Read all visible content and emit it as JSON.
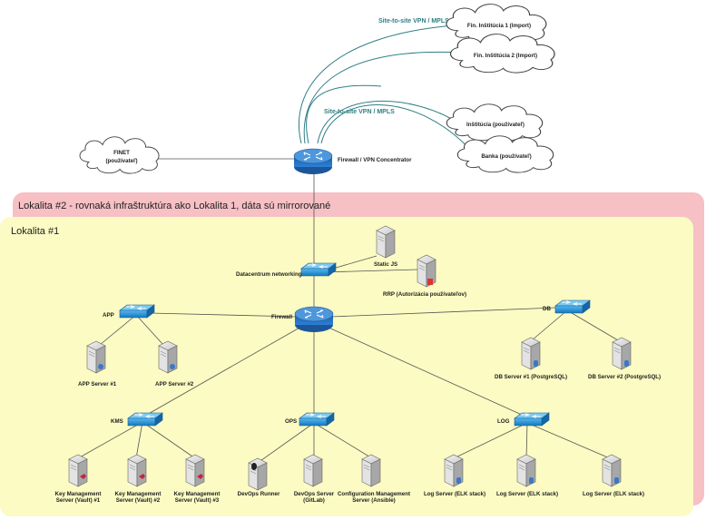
{
  "zones": {
    "lokalita2": "Lokalita #2 - rovnaká infraštruktúra ako Lokalita 1, dáta sú mirrorované",
    "lokalita1": "Lokalita #1"
  },
  "link_labels": {
    "vpn_top": "Site-to-site VPN / MPLS",
    "vpn_mid": "Site-to-site VPN / MPLS"
  },
  "clouds": {
    "fin1": "Fin. Inštitúcia 1 (Import)",
    "fin2": "Fin. Inštitúcia 2 (Import)",
    "instit": "Inštitúcia (používateľ)",
    "banka": "Banka (používateľ)",
    "finet_1": "FINET",
    "finet_2": "(používateľ)"
  },
  "routers": {
    "vpn": "Firewall / VPN Concentrator",
    "firewall": "Firewall"
  },
  "switches": {
    "dc": "Datacentrum networking",
    "app": "APP",
    "db": "DB",
    "kms": "KMS",
    "ops": "OPS",
    "log": "LOG"
  },
  "servers": {
    "static": "Static JS",
    "rrp": "RRP (Autorizácia používateľov)",
    "app1": "APP Server #1",
    "app2": "APP Server #2",
    "db1": "DB Server #1 (PostgreSQL)",
    "db2": "DB Server #2 (PostgreSQL)",
    "kms1_1": "Key Management",
    "kms1_2": "Server (Vault) #1",
    "kms2_1": "Key Management",
    "kms2_2": "Server (Vault) #2",
    "kms3_1": "Key Management",
    "kms3_2": "Server (Vault) #3",
    "runner": "DevOps Runner",
    "gitlab_1": "DevOps Server",
    "gitlab_2": "(GitLab)",
    "cfg_1": "Configuration Management",
    "cfg_2": "Server (Ansible)",
    "log1": "Log Server (ELK stack)",
    "log2": "Log Server (ELK stack)",
    "log3": "Log Server (ELK stack)"
  },
  "colors": {
    "lokalita2_fill": "#f6c0c4",
    "lokalita1_fill": "#fbfbc3",
    "router_blue": "#2a74c4",
    "switch_blue": "#1f8fd6",
    "vpn_line": "#2f7f86"
  }
}
